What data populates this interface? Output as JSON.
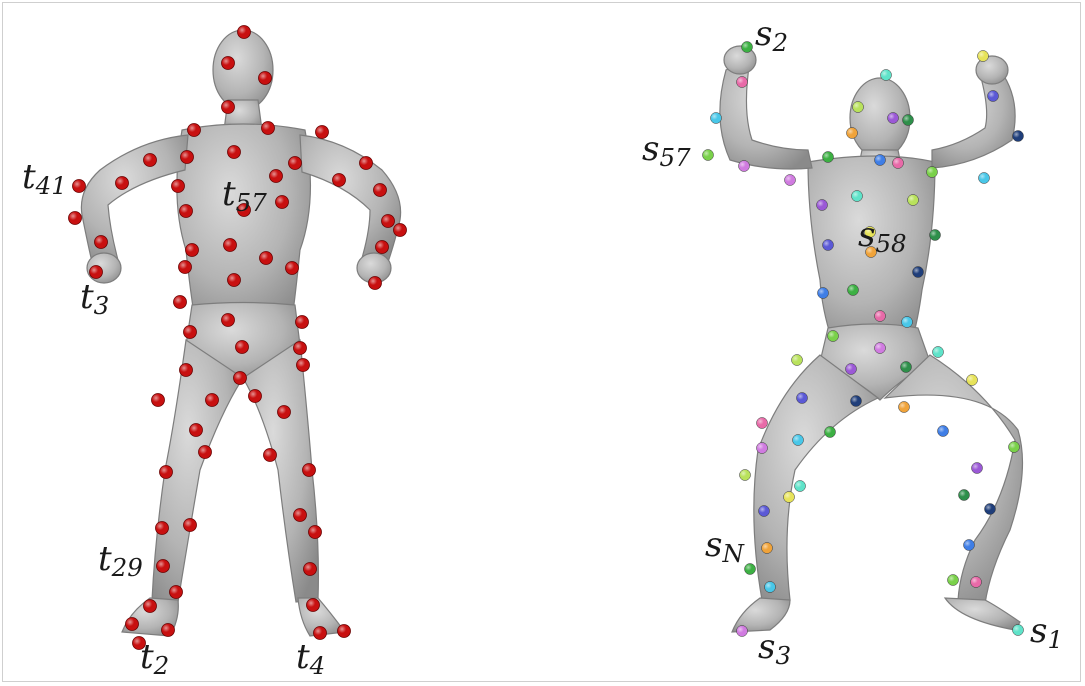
{
  "figure": {
    "left_panel": {
      "marker_color": "#c81010",
      "labels": [
        {
          "id": "t41",
          "base": "t",
          "sub": "41"
        },
        {
          "id": "t57",
          "base": "t",
          "sub": "57"
        },
        {
          "id": "t3",
          "base": "t",
          "sub": "3"
        },
        {
          "id": "t29",
          "base": "t",
          "sub": "29"
        },
        {
          "id": "t2",
          "base": "t",
          "sub": "2"
        },
        {
          "id": "t4",
          "base": "t",
          "sub": "4"
        }
      ]
    },
    "right_panel": {
      "marker_palette": [
        "#3cb043",
        "#7ad14a",
        "#b9e25c",
        "#e7e35a",
        "#f0a33a",
        "#e86aa8",
        "#d07be0",
        "#9b59d6",
        "#5b59d6",
        "#3f7ee6",
        "#49c7e8",
        "#5fe3c9",
        "#2e8f4a",
        "#1f3e7a"
      ],
      "labels": [
        {
          "id": "s2",
          "base": "s",
          "sub": "2"
        },
        {
          "id": "s57",
          "base": "s",
          "sub": "57"
        },
        {
          "id": "s58",
          "base": "s",
          "sub": "58"
        },
        {
          "id": "sN",
          "base": "s",
          "sub": "N"
        },
        {
          "id": "s3",
          "base": "s",
          "sub": "3"
        },
        {
          "id": "s1",
          "base": "s",
          "sub": "1"
        }
      ]
    },
    "body_color": "#b9b9b9",
    "body_shade": "#8e8e8e"
  }
}
